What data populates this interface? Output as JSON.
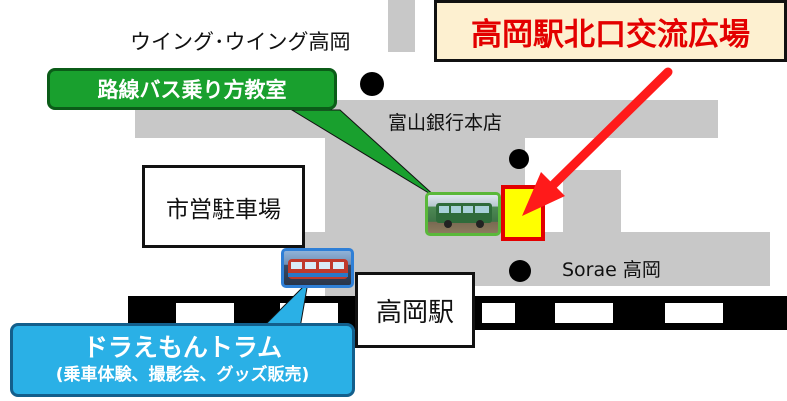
{
  "landmarks": {
    "wing_wing": "ウイング･ウイング高岡",
    "toyama_bank": "富山銀行本店",
    "sorae": "Sorae 高岡",
    "parking": "市営駐車場",
    "station": "高岡駅"
  },
  "venue": {
    "title": "高岡駅北口交流広場"
  },
  "callouts": {
    "bus": {
      "label": "路線バス乗り方教室"
    },
    "tram": {
      "line1": "ドラえもんトラム",
      "line2": "(乗車体験、撮影会、グッズ販売)"
    }
  },
  "colors": {
    "road": "#c8c8c8",
    "venue_fill": "#ffff00",
    "venue_border": "#e30000",
    "arrow": "#ff1a1a",
    "title_bg": "#fdf0d0",
    "title_text": "#e30000",
    "bus_callout": "#19a02e",
    "tram_callout": "#2ab0e6"
  }
}
